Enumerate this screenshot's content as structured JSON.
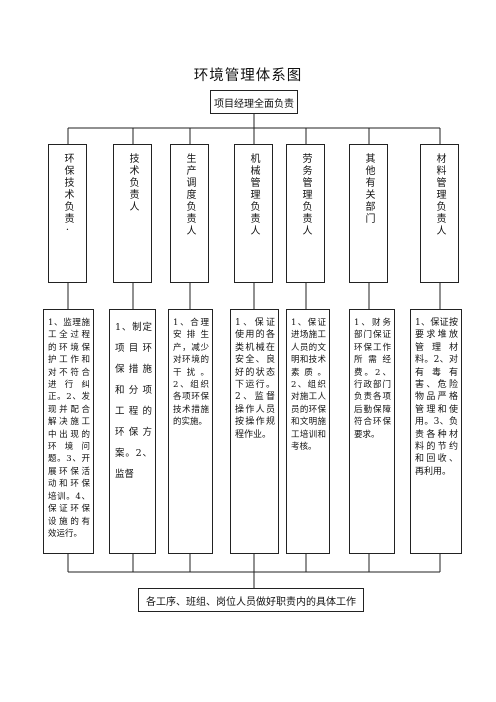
{
  "title": "环境管理体系图",
  "top_box": "项目经理全面负责",
  "bottom_box": "各工序、班组、岗位人员做好职责内的具体工作",
  "roles": [
    {
      "id": "env-tech",
      "label": "环保技术负责·"
    },
    {
      "id": "tech",
      "label": "技术负责人"
    },
    {
      "id": "production",
      "label": "生产调度负责人"
    },
    {
      "id": "machinery",
      "label": "机械管理负责人"
    },
    {
      "id": "labor",
      "label": "劳务管理负责人"
    },
    {
      "id": "other",
      "label": "其他有关部门"
    },
    {
      "id": "material",
      "label": "材料管理负责人"
    }
  ],
  "duties": [
    "1、监理施工全过程的环境保护工作和对不符合进行纠正。2、发现并配合解决施工中出现的环境问题。3、开展环保活动和环保培训。4、保证环保设施的有效运行。",
    "1、制定项目环保措施和分项工程的环保方案。2、监督",
    "1、合理安排生产，减少对环境的干扰。2、组织各项环保技术措施的实施。",
    "1、保证使用的各类机械在安全、良好的状态下运行。2、监督操作人员按操作规程作业。",
    "1、保证进场施工人员的文明和技术素质。2、组织对施工人员的环保和文明施工培训和考核。",
    "1、财务部门保证环保工作所需经费。2、行政部门负责各项后勤保障符合环保要求。",
    "1、保证按要求堆放管理材料。2、对有毒有害、危险物品严格管理和使用。3、负责各种材料的节约和回收、再利用。"
  ]
}
